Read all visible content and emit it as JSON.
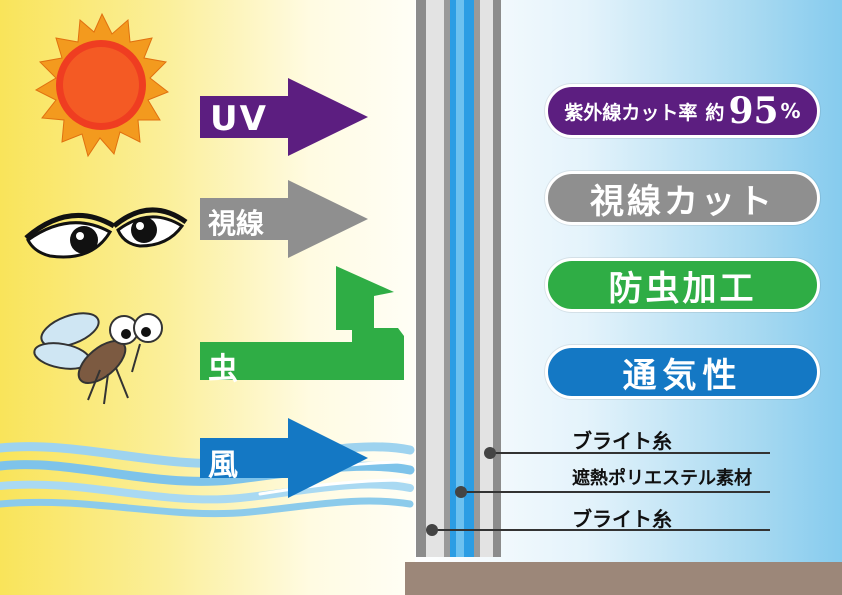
{
  "colors": {
    "uv": "#5c1e80",
    "sight": "#8f8f8f",
    "insect": "#2fad45",
    "wind": "#1478c4",
    "floor": "#9c8779"
  },
  "icons": [
    "sun-icon",
    "eyes-icon",
    "mosquito-icon",
    "wind-waves-icon"
  ],
  "arrows": {
    "uv": "UV",
    "sight": "視線",
    "insect": "虫",
    "wind": "風"
  },
  "features": {
    "uv_cut_label": "紫外線カット率",
    "uv_cut_prefix": "約",
    "uv_cut_value": "95",
    "uv_cut_unit": "%",
    "privacy": "視線カット",
    "insect_proof": "防虫加工",
    "breathable": "通気性"
  },
  "layers": {
    "outer": "ブライト糸",
    "core": "遮熱ポリエステル素材",
    "inner": "ブライト糸"
  }
}
